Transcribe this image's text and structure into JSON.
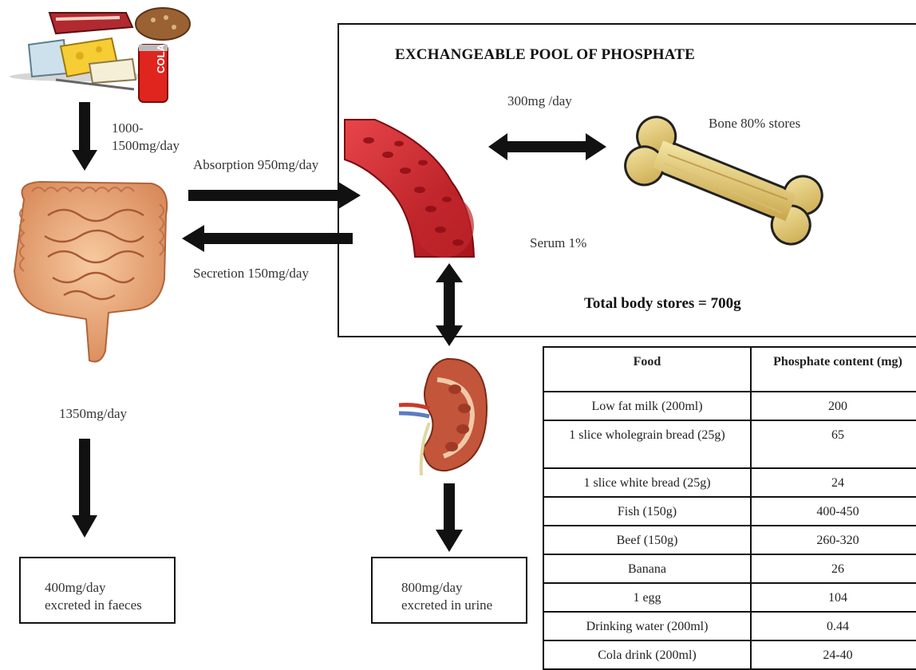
{
  "pool": {
    "title": "EXCHANGEABLE POOL OF PHOSPHATE",
    "exchange_rate": "300mg /day",
    "bone": "Bone 80% stores",
    "serum": "Serum 1%",
    "total": "Total body stores = 700g"
  },
  "intake": {
    "line1": "1000-",
    "line2": "1500mg/day"
  },
  "gut": {
    "absorption": "Absorption 950mg/day",
    "secretion": "Secretion 150mg/day",
    "faecal_flow": "1350mg/day"
  },
  "outputs": {
    "faeces_line1": "400mg/day",
    "faeces_line2": "excreted in faeces",
    "urine_line1": "800mg/day",
    "urine_line2": "excreted in urine"
  },
  "food_table": {
    "headers": [
      "Food",
      "Phosphate content (mg)"
    ],
    "rows": [
      [
        "Low fat milk (200ml)",
        "200"
      ],
      [
        "1 slice wholegrain bread (25g)",
        "65"
      ],
      [
        "1 slice white bread (25g)",
        "24"
      ],
      [
        "Fish (150g)",
        "400-450"
      ],
      [
        "Beef (150g)",
        "260-320"
      ],
      [
        "Banana",
        "26"
      ],
      [
        "1 egg",
        "104"
      ],
      [
        "Drinking water (200ml)",
        "0.44"
      ],
      [
        "Cola drink (200ml)",
        "24-40"
      ]
    ]
  },
  "images": {
    "food": "food-illustration",
    "cola_can_text": "COLA",
    "intestine": "intestine-illustration",
    "blood_vessel": "blood-vessel-illustration",
    "bone": "bone-illustration",
    "kidney": "kidney-illustration"
  }
}
